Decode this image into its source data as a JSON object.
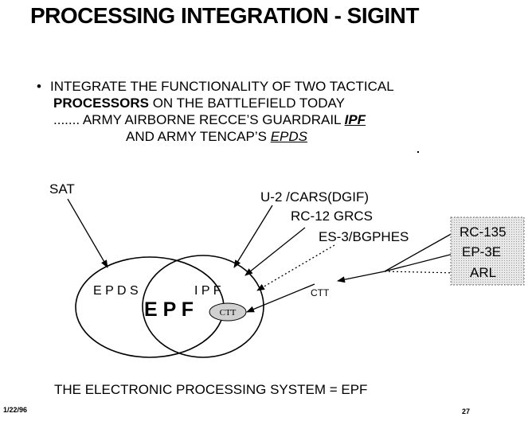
{
  "title": "PROCESSING INTEGRATION - SIGINT",
  "bullet": {
    "dot": "•",
    "line1": "INTEGRATE THE FUNCTIONALITY OF TWO TACTICAL",
    "line2_bold": "PROCESSORS",
    "line2_rest": " ON THE BATTLEFIELD TODAY",
    "line3_prefix": "....... ARMY AIRBORNE RECCE’S GUARDRAIL ",
    "line3_emph": "IPF",
    "line4_prefix": "AND ARMY TENCAP’S ",
    "line4_emph": "EPDS"
  },
  "diagram": {
    "sat": "SAT",
    "u2": "U-2 /CARS(DGIF)",
    "rc12": "RC-12 GRCS",
    "es3": "ES-3/BGPHES",
    "epds": "E P D S",
    "ipf": "I P F",
    "epf": "E P F",
    "ctt_small": "CTT",
    "ctt_label": "CTT",
    "box_items": [
      "RC-135",
      "EP-3E",
      "ARL"
    ],
    "box_fill": "#d8d8d8"
  },
  "footer": "THE ELECTRONIC PROCESSING SYSTEM = EPF",
  "date": "1/22/96",
  "page": "27"
}
